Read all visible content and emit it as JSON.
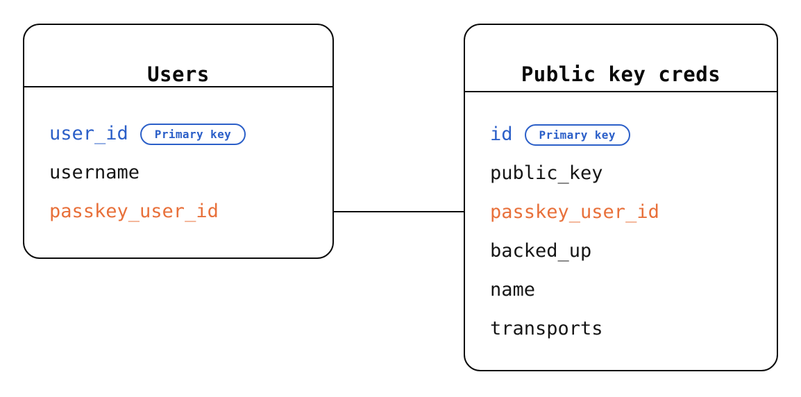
{
  "diagram": {
    "type": "entity-relationship-diagram",
    "background_color": "#ffffff",
    "colors": {
      "border": "#0a0a0a",
      "text": "#161616",
      "primary_key": "#2b5fc8",
      "foreign_key": "#e8703a"
    },
    "entities": [
      {
        "id": "users",
        "title": "Users",
        "fields": [
          {
            "name": "user_id",
            "role": "primary",
            "badge": "Primary key"
          },
          {
            "name": "username",
            "role": "plain",
            "badge": null
          },
          {
            "name": "passkey_user_id",
            "role": "foreign",
            "badge": null
          }
        ]
      },
      {
        "id": "public-key-creds",
        "title": "Public key creds",
        "fields": [
          {
            "name": "id",
            "role": "primary",
            "badge": "Primary key"
          },
          {
            "name": "public_key",
            "role": "plain",
            "badge": null
          },
          {
            "name": "passkey_user_id",
            "role": "foreign",
            "badge": null
          },
          {
            "name": "backed_up",
            "role": "plain",
            "badge": null
          },
          {
            "name": "name",
            "role": "plain",
            "badge": null
          },
          {
            "name": "transports",
            "role": "plain",
            "badge": null
          }
        ]
      }
    ],
    "relationships": [
      {
        "id": "users-to-public-key-creds",
        "from_entity": "users",
        "from_field": "passkey_user_id",
        "to_entity": "public-key-creds",
        "to_field": "passkey_user_id"
      }
    ]
  }
}
